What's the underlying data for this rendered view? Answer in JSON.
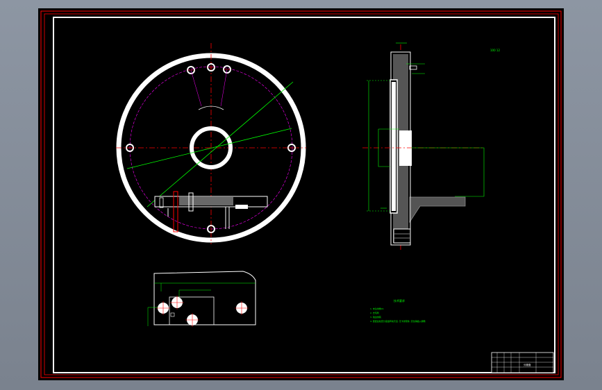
{
  "drawing": {
    "colors": {
      "background": "#000000",
      "outer_frame": "#ff0000",
      "inner_frame": "#ffffff",
      "center_line": "#ff0000",
      "pitch_circle": "#ff00ff",
      "dimension": "#00ff00",
      "hatch": "#bdbdbd",
      "text": "#00ff00"
    },
    "annotations": {
      "top_right_note": "100  12",
      "tech_title": "技术要求",
      "tech_lines": [
        "1. 未注倒角C1",
        "2. 去毛刺",
        "3. 锐边倒钝",
        "4. 装配后检查分度盘转动灵活, 无卡滞现象, 定位销插入顺畅"
      ]
    },
    "title_block": {
      "rows": [
        [
          "",
          "",
          "",
          "",
          "",
          ""
        ],
        [
          "",
          "",
          "",
          "",
          "分度盘",
          ""
        ],
        [
          "",
          "",
          "",
          "",
          "",
          ""
        ],
        [
          "",
          "",
          "",
          "",
          "",
          ""
        ]
      ]
    }
  }
}
